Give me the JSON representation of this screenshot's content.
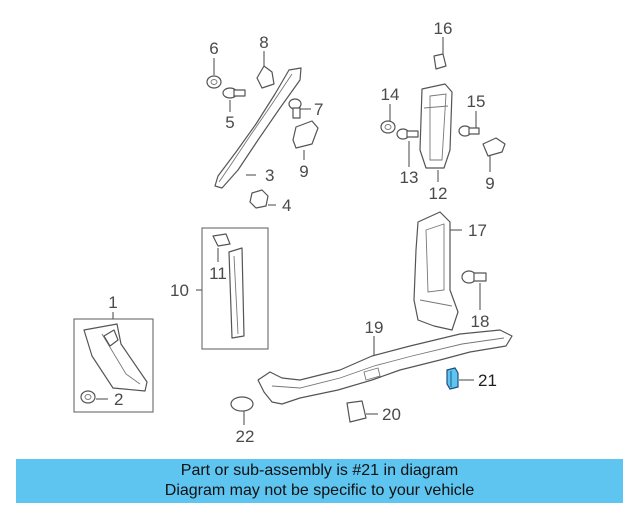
{
  "diagram": {
    "callouts": {
      "c1": "1",
      "c2": "2",
      "c3": "3",
      "c4": "4",
      "c5": "5",
      "c6": "6",
      "c7": "7",
      "c8": "8",
      "c9a": "9",
      "c9b": "9",
      "c10": "10",
      "c11": "11",
      "c12": "12",
      "c13": "13",
      "c14": "14",
      "c15": "15",
      "c16": "16",
      "c17": "17",
      "c18": "18",
      "c19": "19",
      "c20": "20",
      "c21": "21",
      "c22": "22"
    },
    "highlight_color": "#5ec4f0"
  },
  "banner": {
    "line1": "Part or sub-assembly is #21 in diagram",
    "line2": "Diagram may not be specific to your vehicle",
    "background": "#5ec4f0"
  }
}
